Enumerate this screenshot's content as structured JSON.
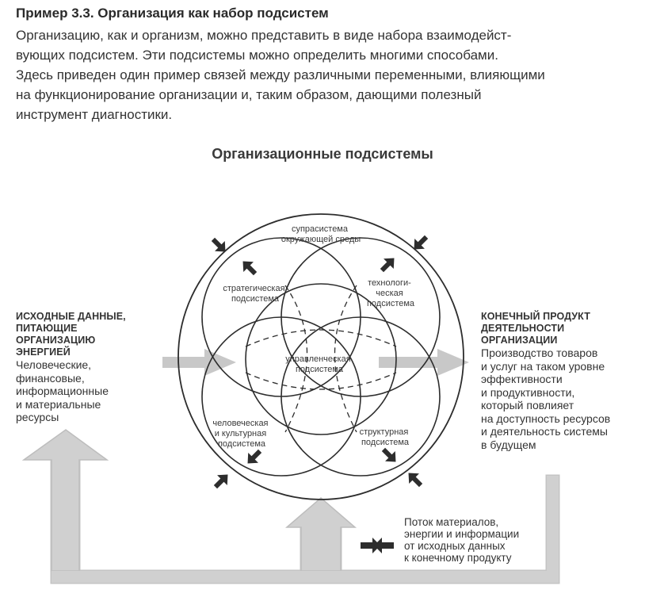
{
  "header": {
    "title": "Пример 3.3. Организация как набор подсистем",
    "paragraph_lines": [
      "Организацию, как и организм, можно представить в виде набора взаимодейст-",
      "вующих подсистем. Эти подсистемы можно определить многими способами.",
      "Здесь приведен один пример связей между различными переменными, влияющими",
      "на функционирование организации и, таким образом, дающими полезный",
      "инструмент диагностики."
    ]
  },
  "diagram": {
    "title": "Организационные подсистемы",
    "suprasystem": [
      "супрасистема",
      "окружающей среды"
    ],
    "strategic": [
      "стратегическая",
      "подсистема"
    ],
    "technological": [
      "технологи-",
      "ческая",
      "подсистема"
    ],
    "managerial": [
      "управленческая",
      "подсистема"
    ],
    "human": [
      "человеческая",
      "и культурная",
      "подсистема"
    ],
    "structural": [
      "структурная",
      "подсистема"
    ]
  },
  "input": {
    "caps_lines": [
      "ИСХОДНЫЕ ДАННЫЕ,",
      "ПИТАЮЩИЕ",
      "ОРГАНИЗАЦИЮ",
      "ЭНЕРГИЕЙ"
    ],
    "lines": [
      "Человеческие,",
      "финансовые,",
      "информационные",
      "и материальные",
      "ресурсы"
    ]
  },
  "output": {
    "caps_lines": [
      "КОНЕЧНЫЙ ПРОДУКТ",
      "ДЕЯТЕЛЬНОСТИ",
      "ОРГАНИЗАЦИИ"
    ],
    "lines": [
      "Производство товаров",
      "и услуг на таком уровне",
      "эффективности",
      "и продуктивности,",
      "который повлияет",
      "на доступность ресурсов",
      "и деятельность системы",
      "в будущем"
    ]
  },
  "flow_legend": {
    "lines": [
      "Поток материалов,",
      "энергии и информации",
      "от исходных данных",
      "к конечному продукту"
    ]
  }
}
